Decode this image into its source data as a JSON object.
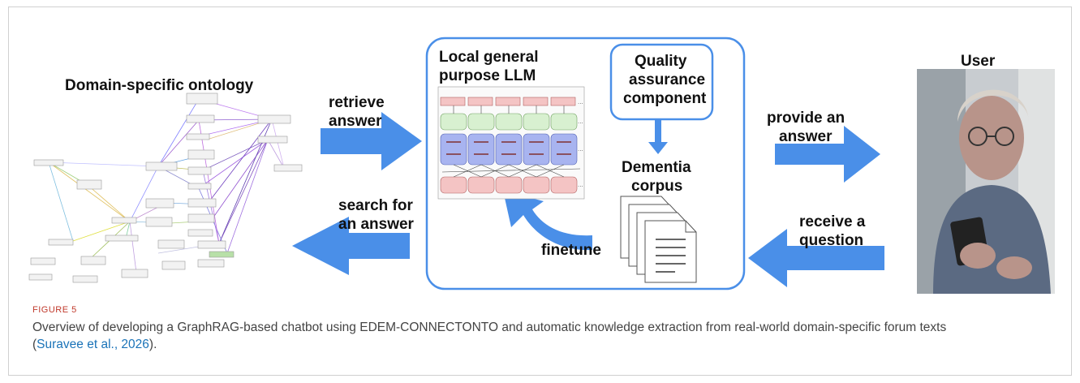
{
  "figure": {
    "ontology_title": "Domain-specific ontology",
    "llm_title_line1": "Local general",
    "llm_title_line2": "purpose LLM",
    "qa_line1": "Quality",
    "qa_line2": "assurance",
    "qa_line3": "component",
    "dementia_line1": "Dementia",
    "dementia_line2": "corpus",
    "finetune": "finetune",
    "user_title": "User",
    "retrieve_line1": "retrieve",
    "retrieve_line2": "answer",
    "search_line1": "search for",
    "search_line2": "an answer",
    "provide_line1": "provide an",
    "provide_line2": "answer",
    "receive_line1": "receive a",
    "receive_line2": "question"
  },
  "caption": {
    "label": "FIGURE 5",
    "text_before": "Overview of developing a GraphRAG-based chatbot using EDEM-CONNECTONTO and automatic knowledge extraction from real-world domain-specific forum texts (",
    "citation": "Suravee et al., 2026",
    "text_after": ")."
  },
  "colors": {
    "arrow": "#4a8fe8",
    "box_border": "#4a8fe8",
    "caption_label": "#c0392b",
    "citation": "#1a73b8"
  }
}
